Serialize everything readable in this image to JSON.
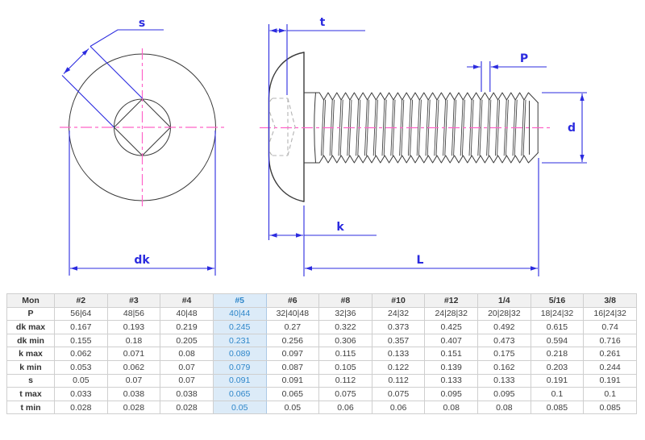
{
  "drawing": {
    "labels": {
      "s": "s",
      "dk": "dk",
      "t": "t",
      "P": "P",
      "d": "d",
      "k": "k",
      "L": "L"
    },
    "colors": {
      "dimension": "#2b2bdf",
      "centerline": "#ff63c8",
      "outline": "#3a3a3a",
      "hidden": "#b3b3b3"
    }
  },
  "table": {
    "highlight_column": "#5",
    "highlight_bg": "#dcebf8",
    "highlight_text": "#2e86c9",
    "header": [
      "Mon",
      "#2",
      "#3",
      "#4",
      "#5",
      "#6",
      "#8",
      "#10",
      "#12",
      "1/4",
      "5/16",
      "3/8"
    ],
    "rows": [
      {
        "label": "P",
        "values": [
          "56|64",
          "48|56",
          "40|48",
          "40|44",
          "32|40|48",
          "32|36",
          "24|32",
          "24|28|32",
          "20|28|32",
          "18|24|32",
          "16|24|32"
        ]
      },
      {
        "label": "dk max",
        "values": [
          "0.167",
          "0.193",
          "0.219",
          "0.245",
          "0.27",
          "0.322",
          "0.373",
          "0.425",
          "0.492",
          "0.615",
          "0.74"
        ]
      },
      {
        "label": "dk min",
        "values": [
          "0.155",
          "0.18",
          "0.205",
          "0.231",
          "0.256",
          "0.306",
          "0.357",
          "0.407",
          "0.473",
          "0.594",
          "0.716"
        ]
      },
      {
        "label": "k max",
        "values": [
          "0.062",
          "0.071",
          "0.08",
          "0.089",
          "0.097",
          "0.115",
          "0.133",
          "0.151",
          "0.175",
          "0.218",
          "0.261"
        ]
      },
      {
        "label": "k min",
        "values": [
          "0.053",
          "0.062",
          "0.07",
          "0.079",
          "0.087",
          "0.105",
          "0.122",
          "0.139",
          "0.162",
          "0.203",
          "0.244"
        ]
      },
      {
        "label": "s",
        "values": [
          "0.05",
          "0.07",
          "0.07",
          "0.091",
          "0.091",
          "0.112",
          "0.112",
          "0.133",
          "0.133",
          "0.191",
          "0.191"
        ]
      },
      {
        "label": "t max",
        "values": [
          "0.033",
          "0.038",
          "0.038",
          "0.065",
          "0.065",
          "0.075",
          "0.075",
          "0.095",
          "0.095",
          "0.1",
          "0.1"
        ]
      },
      {
        "label": "t min",
        "values": [
          "0.028",
          "0.028",
          "0.028",
          "0.05",
          "0.05",
          "0.06",
          "0.06",
          "0.08",
          "0.08",
          "0.085",
          "0.085"
        ]
      }
    ]
  }
}
